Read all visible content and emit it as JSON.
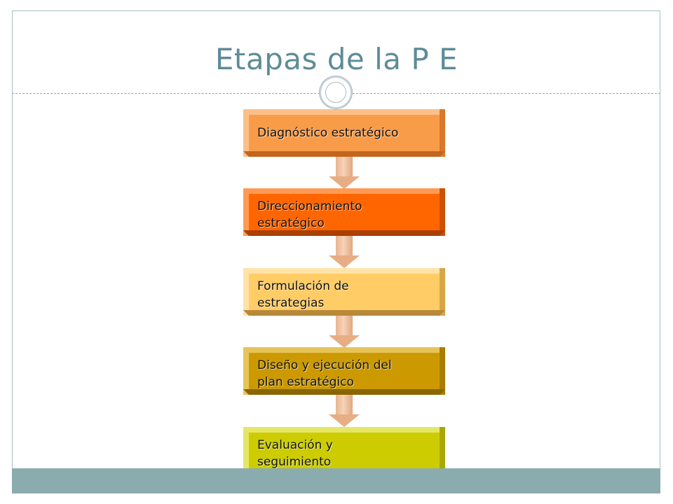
{
  "slide": {
    "title": "Etapas de la P E"
  },
  "colors": {
    "title": "#5e8c97",
    "footer_band": "#8bacaf",
    "arrow": "#e7ad85"
  },
  "steps": [
    {
      "label": "Diagnóstico estratégico",
      "face": "#f99c4a",
      "light": "#fbc089",
      "dark": "#c2661e",
      "side": "#d9782c"
    },
    {
      "label": "Direccionamiento\nestratégico",
      "face": "#ff6600",
      "light": "#ff9a55",
      "dark": "#a84000",
      "side": "#cc5200"
    },
    {
      "label": "Formulación de\nestrategias",
      "face": "#ffcc66",
      "light": "#ffe3a8",
      "dark": "#b8893a",
      "side": "#d6a648"
    },
    {
      "label": "Diseño y ejecución del\nplan estratégico",
      "face": "#cc9a00",
      "light": "#e6c45a",
      "dark": "#8a6500",
      "side": "#a87d00"
    },
    {
      "label": "Evaluación y\nseguimiento",
      "face": "#cccc00",
      "light": "#e6e666",
      "dark": "#8a8a00",
      "side": "#a8a800"
    }
  ]
}
